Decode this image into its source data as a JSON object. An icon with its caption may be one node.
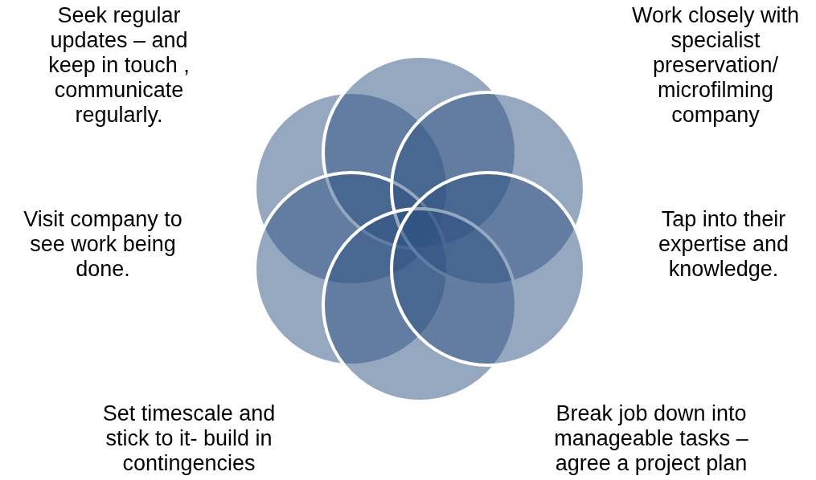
{
  "diagram": {
    "nodes": [
      {
        "text": [],
        "shape": "circle"
      },
      {
        "text": [],
        "shape": "circle"
      },
      {
        "text": [],
        "shape": "circle"
      },
      {
        "text": [],
        "shape": "circle"
      },
      {
        "text": [],
        "shape": "circle"
      },
      {
        "text": [],
        "shape": "circle"
      }
    ],
    "labels": [
      "Seek regular updates – and keep in touch , communicate regularly.",
      "Work closely with specialist preservation/ microfilming company",
      "Visit company to see work being done.",
      "Tap into their expertise and knowledge.",
      "Set timescale and stick to it- build in contingencies",
      "Break job down into manageable tasks – agree a project plan"
    ]
  }
}
